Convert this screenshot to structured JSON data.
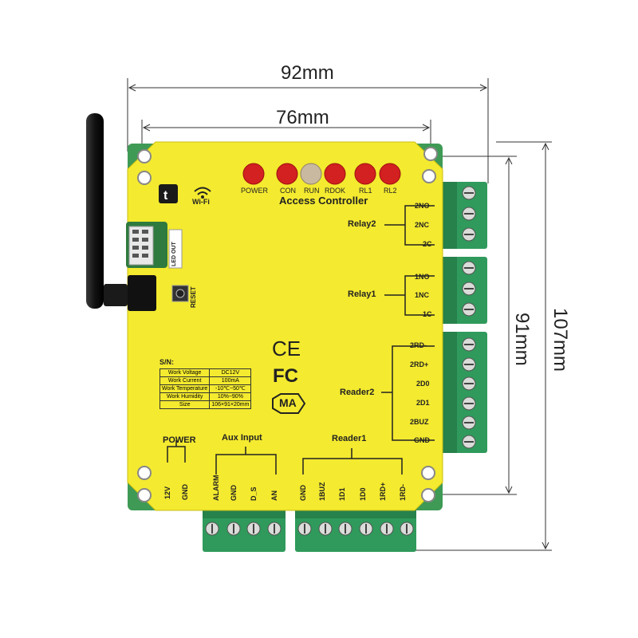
{
  "dimensions": {
    "overall_width": "92mm",
    "board_width": "76mm",
    "board_height": "91mm",
    "overall_height": "107mm"
  },
  "board": {
    "title": "Access Controller",
    "wifi_label": "Wi-Fi",
    "led_out_label": "LED OUT",
    "reset_label": "RESET",
    "leds": [
      {
        "label": "POWER",
        "color": "#d32020"
      },
      {
        "label": "CON",
        "color": "#d32020"
      },
      {
        "label": "RUN",
        "color": "#c9b9a0"
      },
      {
        "label": "RDOK",
        "color": "#d32020"
      },
      {
        "label": "RL1",
        "color": "#d32020"
      },
      {
        "label": "RL2",
        "color": "#d32020"
      }
    ],
    "colors": {
      "pcb": "#f4ea2f",
      "terminal": "#2f9a5b",
      "led_red": "#d32020"
    }
  },
  "relay2": {
    "name": "Relay2",
    "pins": [
      "2NO",
      "2NC",
      "2C"
    ]
  },
  "relay1": {
    "name": "Relay1",
    "pins": [
      "1NO",
      "1NC",
      "1C"
    ]
  },
  "reader2": {
    "name": "Reader2",
    "pins": [
      "2RD-",
      "2RD+",
      "2D0",
      "2D1",
      "2BUZ",
      "GND"
    ]
  },
  "power": {
    "name": "POWER",
    "pins": [
      "12V",
      "GND"
    ]
  },
  "aux": {
    "name": "Aux Input",
    "pins": [
      "ALARM",
      "GND",
      "D_S",
      "AN"
    ]
  },
  "reader1": {
    "name": "Reader1",
    "pins": [
      "GND",
      "1BUZ",
      "1D1",
      "1D0",
      "1RD+",
      "1RD-"
    ]
  },
  "certifications": {
    "ce": "CE",
    "fc": "FC",
    "ma": "MA"
  },
  "spec": {
    "sn_label": "S/N:",
    "rows": [
      [
        "Work Voltage",
        "DC12V"
      ],
      [
        "Work Current",
        "100mA"
      ],
      [
        "Work Temperature",
        "-10℃~50℃"
      ],
      [
        "Work Humidity",
        "10%~90%"
      ],
      [
        "Size",
        "106×91×20mm"
      ]
    ]
  }
}
